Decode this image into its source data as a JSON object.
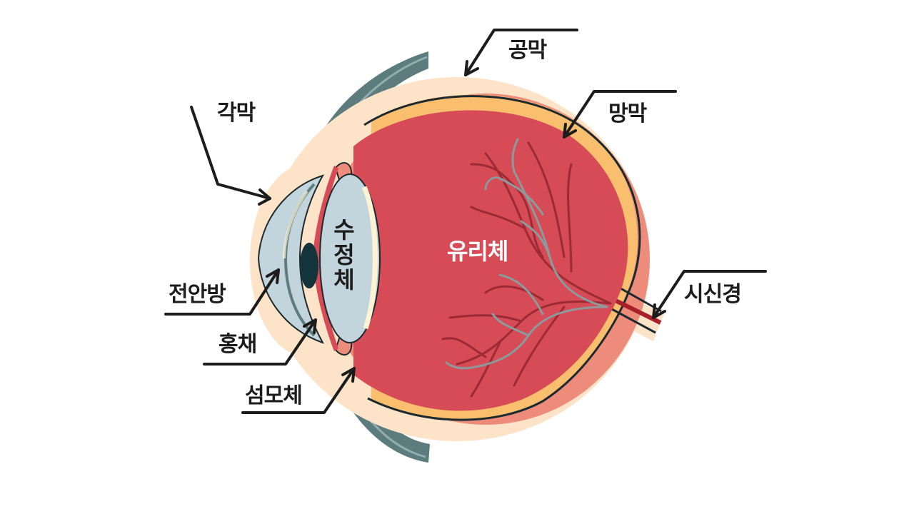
{
  "labels": {
    "sclera": "공막",
    "retina": "망막",
    "cornea": "각막",
    "vitreous": "유리체",
    "optic_nerve": "시신경",
    "anterior_chamber": "전안방",
    "iris": "홍채",
    "ciliary_body": "섬모체",
    "lens": [
      "수",
      "정",
      "체"
    ]
  },
  "colors": {
    "background": "#ffffff",
    "vitreous": "#d64b55",
    "choroid": "#ee8c7c",
    "sclera_outer": "#fde3c8",
    "retina_layer": "#f9bf6f",
    "muscle": "#5d7c7d",
    "lens": "#c2d4dc",
    "vessel_red": "#9c2b33",
    "vessel_grey": "#8c9a9b",
    "pupil": "#12343a",
    "pointer": "#1c1c1c"
  }
}
